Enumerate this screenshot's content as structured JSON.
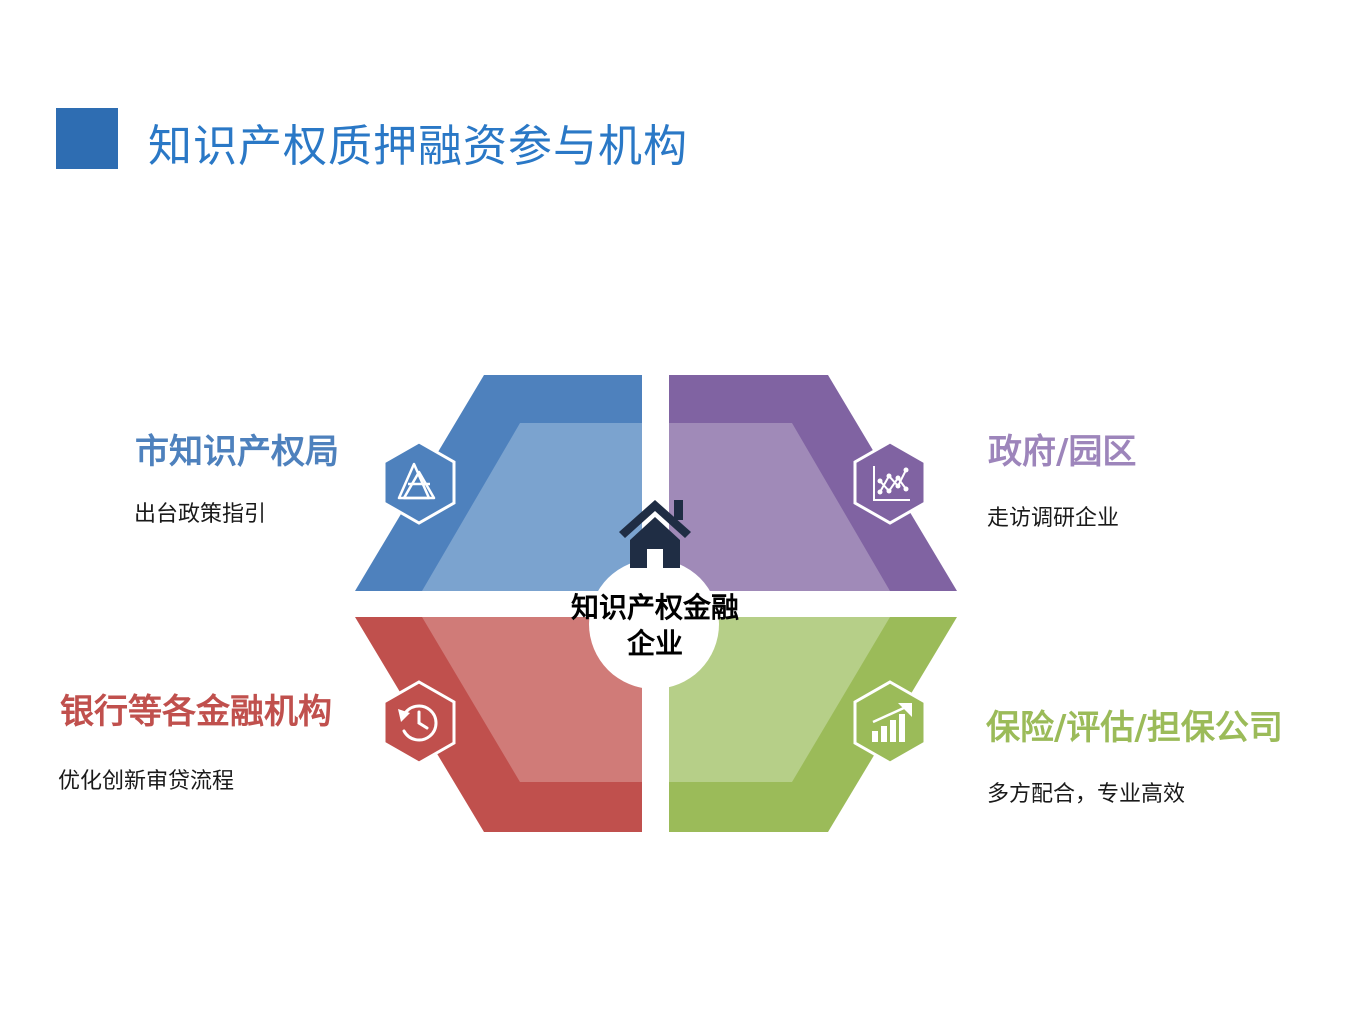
{
  "title": "知识产权质押融资参与机构",
  "center": {
    "line1": "知识产权金融",
    "line2": "企业",
    "icon": "house-icon"
  },
  "colors": {
    "title_accent": "#2e6db2",
    "blue": "#4e81bd",
    "blue_light": "#7ba3cf",
    "purple": "#8063a2",
    "purple_light": "#a08ab8",
    "red": "#c0504d",
    "red_light": "#d07b78",
    "green": "#9bbb59",
    "green_light": "#b6cf88"
  },
  "quadrants": [
    {
      "id": "top-left",
      "title": "市知识产权局",
      "desc": "出台政策指引",
      "icon": "triangles-icon",
      "color": "#4e81bd"
    },
    {
      "id": "top-right",
      "title": "政府/园区",
      "desc": "走访调研企业",
      "icon": "scatter-chart-icon",
      "color": "#9d85bb"
    },
    {
      "id": "bottom-left",
      "title": "银行等各金融机构",
      "desc": "优化创新审贷流程",
      "icon": "history-clock-icon",
      "color": "#c0504d"
    },
    {
      "id": "bottom-right",
      "title": "保险/评估/担保公司",
      "desc": "多方配合，专业高效",
      "icon": "bar-chart-up-icon",
      "color": "#9bbb59"
    }
  ]
}
